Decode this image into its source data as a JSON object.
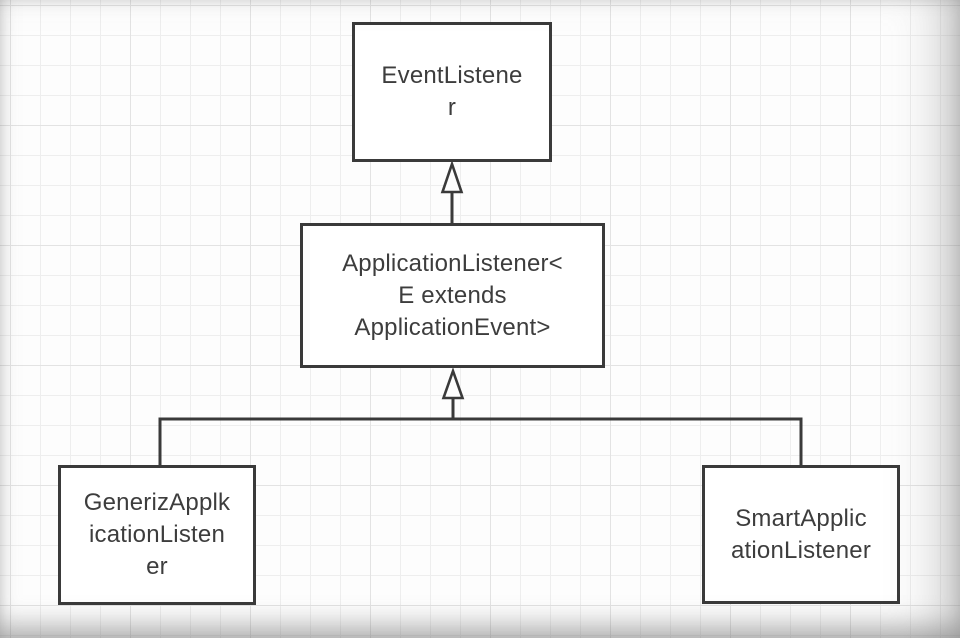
{
  "diagram": {
    "type": "uml-class-inheritance",
    "nodes": [
      {
        "id": "event-listener",
        "label": "EventListene\nr"
      },
      {
        "id": "application-listener",
        "label": "ApplicationListener<\nE extends\nApplicationEvent>"
      },
      {
        "id": "generiz-applkication-listener",
        "label": "GenerizApplk\nicationListen\ner"
      },
      {
        "id": "smart-application-listener",
        "label": "SmartApplic\nationListener"
      }
    ],
    "edges": [
      {
        "from": "application-listener",
        "to": "event-listener",
        "type": "inheritance-arrow"
      },
      {
        "from": "generiz-applkication-listener",
        "to": "application-listener",
        "type": "inheritance-arrow"
      },
      {
        "from": "smart-application-listener",
        "to": "application-listener",
        "type": "inheritance-arrow"
      }
    ],
    "colors": {
      "stroke": "#3a3a3a",
      "text": "#3d3d3d",
      "node_fill": "#ffffff",
      "canvas_bg": "#fdfdfd",
      "grid_minor": "#eeeeee",
      "grid_major": "#e3e3e3"
    }
  }
}
